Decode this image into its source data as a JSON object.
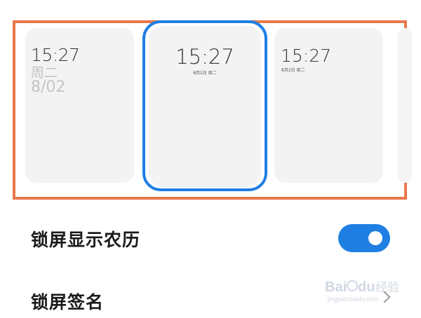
{
  "styles": {
    "cards": [
      {
        "time": "15:27",
        "weekday": "周二",
        "date": "8/02"
      },
      {
        "time": "15:27",
        "date_line": "8月2日 周二"
      },
      {
        "time": "15:27",
        "date_line": "8月2日 周二"
      }
    ],
    "selected_index": 1
  },
  "settings": {
    "lunar_label": "锁屏显示农历",
    "lunar_enabled": true,
    "signature_label": "锁屏签名"
  },
  "colors": {
    "accent": "#1f7fe3",
    "highlight_frame": "#e8784a"
  },
  "watermark": {
    "brand": "Baidu经验",
    "url": "jingyan.baidu.com"
  }
}
